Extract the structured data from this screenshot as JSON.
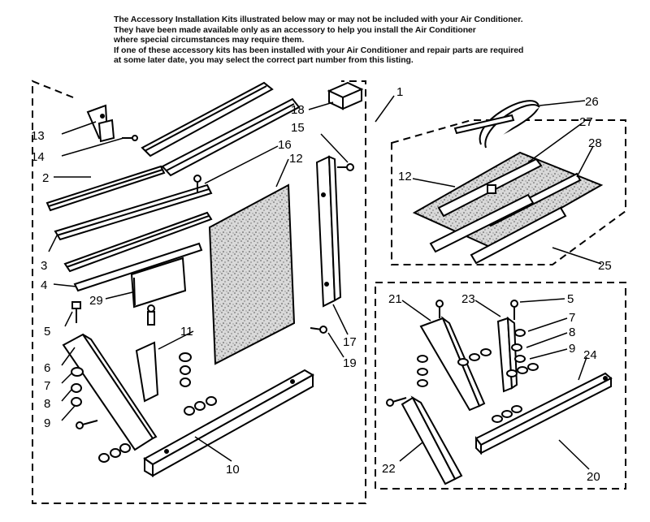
{
  "intro_lines": [
    "The Accessory Installation Kits illustrated below may or may not be included with your Air Conditioner.",
    "They have been made available only as an accessory to help you install the Air Conditioner",
    "where special circumstances may require them.",
    "If one of these accessory kits has been installed with your Air Conditioner and repair parts are required",
    "at some later date, you may select the correct part number from this listing."
  ],
  "callouts": {
    "c1": "1",
    "c2": "2",
    "c3": "3",
    "c4": "4",
    "c5": "5",
    "c6": "6",
    "c7": "7",
    "c8": "8",
    "c9": "9",
    "c10": "10",
    "c11": "11",
    "c12": "12",
    "c13": "13",
    "c14": "14",
    "c15": "15",
    "c16": "16",
    "c17": "17",
    "c18": "18",
    "c19": "19",
    "c20": "20",
    "c21": "21",
    "c22": "22",
    "c23": "23",
    "c24": "24",
    "c25": "25",
    "c26": "26",
    "c27": "27",
    "c28": "28",
    "c29": "29",
    "c5b": "5",
    "c7b": "7",
    "c8b": "8",
    "c9b": "9",
    "c12b": "12"
  }
}
